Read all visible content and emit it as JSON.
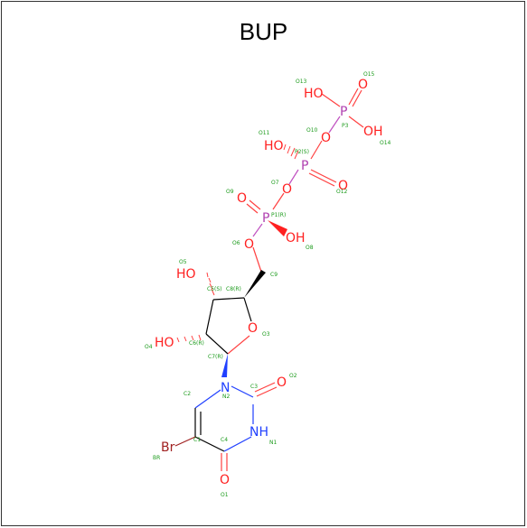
{
  "title": "BUP",
  "colors": {
    "oxygen": "#ff2020",
    "phosphorus": "#b040b0",
    "nitrogen": "#2040ff",
    "bromine": "#a02020",
    "carbon": "#000000",
    "label": "#1a9a1a"
  },
  "atoms": {
    "HO_13": "HO",
    "O_15": "O",
    "P_3": "P",
    "OH_14": "OH",
    "O_10": "O",
    "HO_11": "HO",
    "P_2": "P",
    "O_12": "O",
    "O_7": "O",
    "O_9": "O",
    "P_1": "P",
    "OH_8": "OH",
    "O_6": "O",
    "HO_5": "HO",
    "O_3": "O",
    "HO_4": "HO",
    "N_2": "N",
    "O_2": "O",
    "NH_1": "NH",
    "O_1": "O",
    "Br": "Br"
  },
  "labels": {
    "O13": "O13",
    "O15": "O15",
    "P3": "P3",
    "O14": "O14",
    "O10": "O10",
    "O11": "O11",
    "P2": "P2(S)",
    "O12": "O12",
    "O7": "O7",
    "O9": "O9",
    "P1": "P1(R)",
    "O8": "O8",
    "O6": "O6",
    "C9": "C9",
    "O5": "O5",
    "C8": "C8(R)",
    "C5": "C5(S)",
    "O3": "O3",
    "O4": "O4",
    "C6": "C6(R)",
    "C7": "C7(R)",
    "C2": "C2",
    "N2": "N2",
    "C3": "C3",
    "O2": "O2",
    "C1": "C1",
    "C4": "C4",
    "N1": "N1",
    "BR": "BR",
    "O1": "O1"
  }
}
